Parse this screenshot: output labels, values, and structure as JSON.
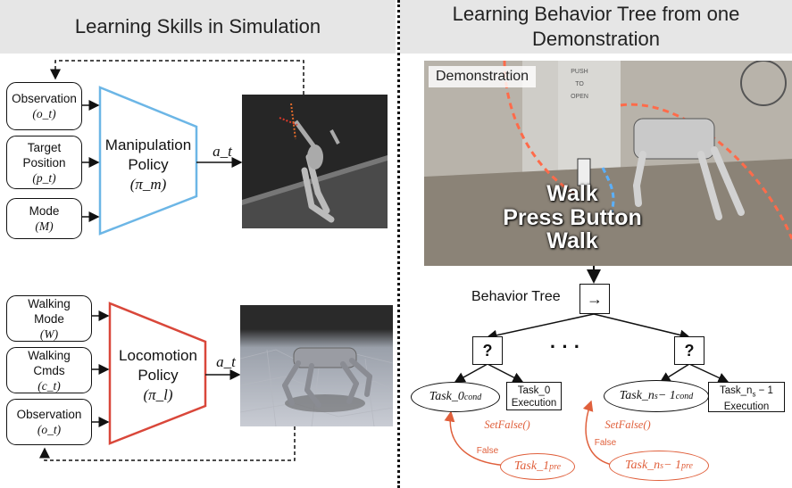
{
  "left_panel": {
    "title": "Learning Skills in Simulation",
    "manipulation": {
      "inputs": [
        {
          "name": "observation-input",
          "text": "Observation",
          "math": "(o_t)"
        },
        {
          "name": "target-position-input",
          "text": "Target Position",
          "math": "(p_t)"
        },
        {
          "name": "mode-input",
          "text": "Mode",
          "math": "(M)"
        }
      ],
      "policy_line1": "Manipulation",
      "policy_line2": "Policy",
      "policy_math": "(π_m)",
      "action": "a_t"
    },
    "locomotion": {
      "inputs": [
        {
          "name": "walking-mode-input",
          "text": "Walking Mode",
          "math": "(W)"
        },
        {
          "name": "walking-cmds-input",
          "text": "Walking Cmds",
          "math": "(c_t)"
        },
        {
          "name": "observation-input-2",
          "text": "Observation",
          "math": "(o_t)"
        }
      ],
      "policy_line1": "Locomotion",
      "policy_line2": "Policy",
      "policy_math": "(π_l)",
      "action": "a_t"
    }
  },
  "right_panel": {
    "title_line1": "Learning Behavior Tree from one",
    "title_line2": "Demonstration",
    "photo_badge": "Demonstration",
    "photo_text": [
      "Walk",
      "Press Button",
      "Walk"
    ],
    "door_text": [
      "PUSH",
      "TO",
      "OPEN"
    ],
    "bt_label": "Behavior Tree",
    "sequence_symbol": "→",
    "fallback_symbol": "?",
    "ellipsis": "· · ·",
    "cond_left": "Task_0",
    "cond_left_sub": "cond",
    "exec_left_line1": "Task_0",
    "exec_left_line2": "Execution",
    "cond_right": "Task_n",
    "cond_right_sub1": "s",
    "cond_right_rest": " − 1",
    "cond_right_sub2": "cond",
    "exec_right_line1": "Task_n",
    "exec_right_sub": "s",
    "exec_right_rest": " − 1",
    "exec_right_line2": "Execution",
    "setfalse": "SetFalse()",
    "false_label": "False",
    "pre_left": "Task_1",
    "pre_left_sub": "pre",
    "pre_right": "Task_n",
    "pre_right_sub1": "s",
    "pre_right_rest": " − 1",
    "pre_right_sub2": "pre"
  },
  "colors": {
    "manipulation_policy": "#6cb6e6",
    "locomotion_policy": "#d9473a",
    "feedback_red": "#e0603c",
    "header_bg": "#e6e6e6"
  }
}
